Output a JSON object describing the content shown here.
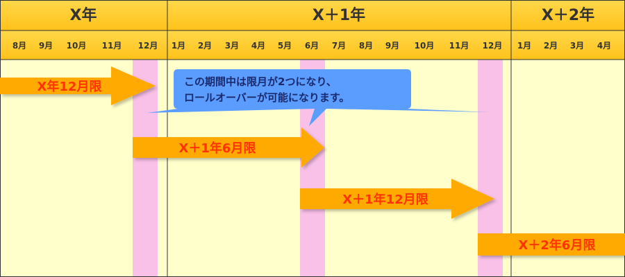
{
  "years": [
    {
      "label": "X年"
    },
    {
      "label": "X＋1年"
    },
    {
      "label": "X＋2年"
    }
  ],
  "months": [
    "8月",
    "9月",
    "10月",
    "11月",
    "12月",
    "1月",
    "2月",
    "3月",
    "4月",
    "5月",
    "6月",
    "7月",
    "8月",
    "9月",
    "10月",
    "11月",
    "12月",
    "1月",
    "2月",
    "3月",
    "4月"
  ],
  "arrows": [
    {
      "label": "X年12月限"
    },
    {
      "label": "X＋1年6月限"
    },
    {
      "label": "X＋1年12月限"
    },
    {
      "label": "X＋2年6月限"
    }
  ],
  "callout": {
    "line1": "この期間中は限月が2つになり、",
    "line2": "ロールオーバーが可能になります。"
  },
  "colors": {
    "header": "#ffcc22",
    "body": "#ffffcc",
    "highlight": "#f9c0e8",
    "arrow": "#ffaa00",
    "arrow_text": "#ff3300",
    "callout": "#5b9cff"
  }
}
